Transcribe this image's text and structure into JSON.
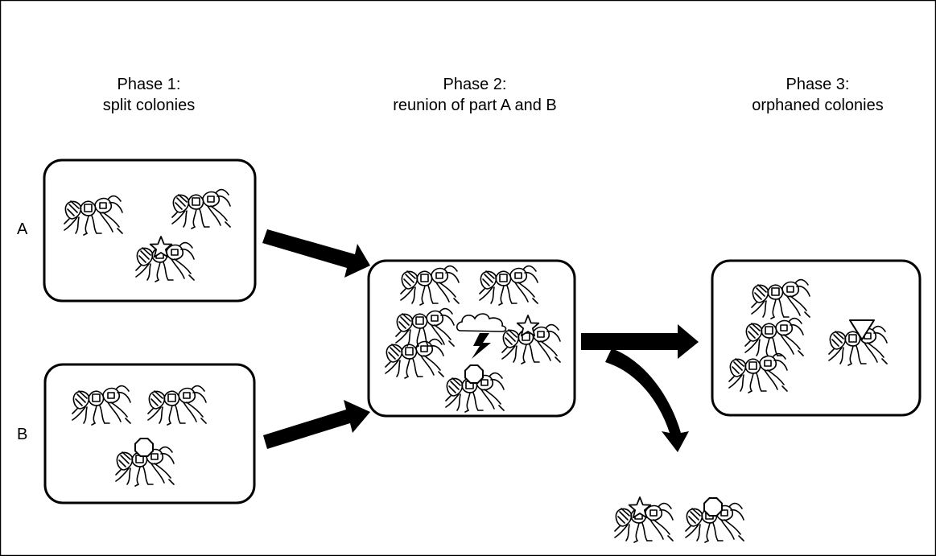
{
  "phases": [
    {
      "title": "Phase 1:",
      "subtitle": "split colonies"
    },
    {
      "title": "Phase 2:",
      "subtitle": "reunion of part A and B"
    },
    {
      "title": "Phase 3:",
      "subtitle": "orphaned colonies"
    }
  ],
  "row_labels": {
    "a": "A",
    "b": "B"
  },
  "colors": {
    "stroke": "#000000",
    "background": "#ffffff"
  },
  "icons": [
    "ant-icon",
    "star-icon",
    "octagon-icon",
    "triangle-down-icon",
    "storm-cloud-icon",
    "lightning-icon",
    "arrow-icon"
  ]
}
